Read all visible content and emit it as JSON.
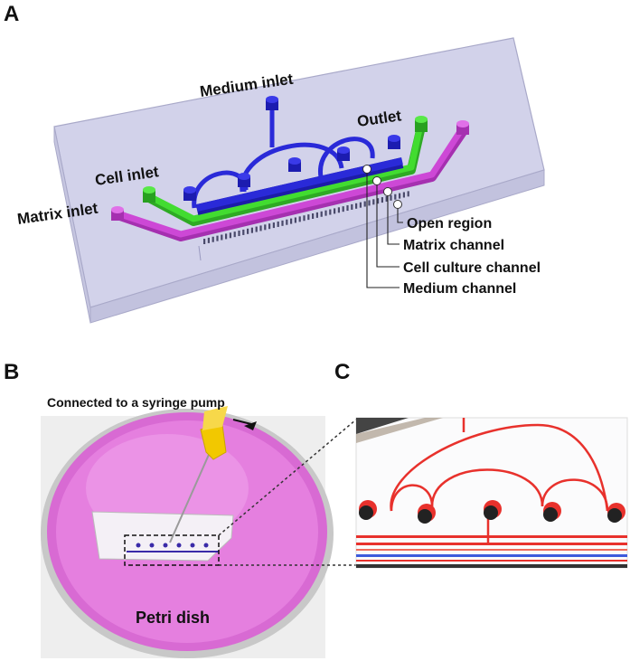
{
  "panels": {
    "a": "A",
    "b": "B",
    "c": "C"
  },
  "panel_a": {
    "labels": {
      "medium_inlet": "Medium inlet",
      "outlet": "Outlet",
      "cell_inlet": "Cell inlet",
      "matrix_inlet": "Matrix inlet",
      "open_region": "Open region",
      "matrix_channel": "Matrix channel",
      "cell_culture_channel": "Cell culture channel",
      "medium_channel": "Medium channel"
    },
    "colors": {
      "medium": "#2a2ad8",
      "cell": "#3ed62c",
      "matrix": "#c43fd0",
      "chip": "#c8c8e6"
    }
  },
  "panel_b": {
    "syringe_label": "Connected to a syringe pump",
    "dish_label": "Petri dish",
    "colors": {
      "dish": "#e27bdc",
      "syringe": "#f2c800"
    }
  },
  "panel_c": {
    "colors": {
      "channel": "#e8312c",
      "post": "#222222",
      "blue_line": "#3d5bdc"
    }
  }
}
